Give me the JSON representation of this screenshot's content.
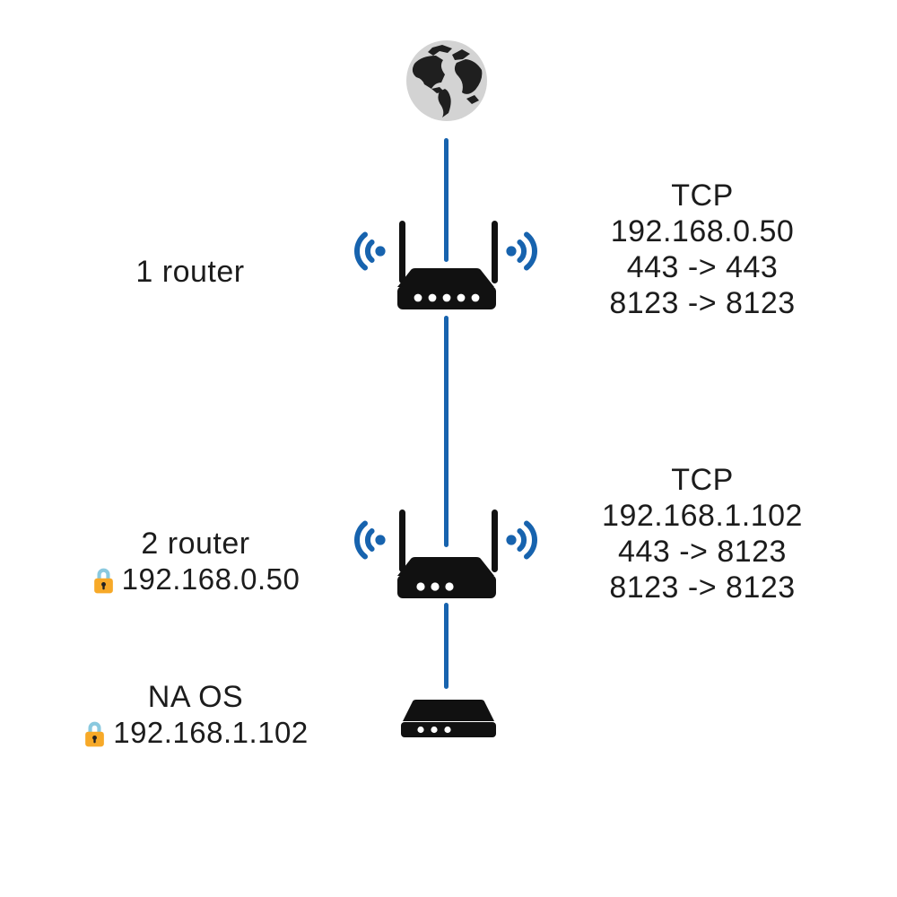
{
  "colors": {
    "line_blue": "#1763AE",
    "device_black": "#111111",
    "text": "#1C1C1C",
    "lock_body": "#F7A928",
    "lock_shackle": "#8AC9DF",
    "globe_sea": "#D3D3D3",
    "globe_land": "#1F1F1F"
  },
  "internet": {
    "icon": "globe-icon"
  },
  "nodes": {
    "router1": {
      "label": "1 router",
      "icon": "wifi-router-icon"
    },
    "router2": {
      "label": "2 router",
      "ip": "192.168.0.50",
      "icon": "wifi-router-icon",
      "lock": "lock-icon"
    },
    "naos": {
      "label": "NA OS",
      "ip": "192.168.1.102",
      "icon": "modem-icon",
      "lock": "lock-icon"
    }
  },
  "annotations": {
    "router1_tcp": {
      "title": "TCP",
      "line1": "192.168.0.50",
      "line2": "443 -> 443",
      "line3": "8123 -> 8123"
    },
    "router2_tcp": {
      "title": "TCP",
      "line1": "192.168.1.102",
      "line2": "443 -> 8123",
      "line3": "8123 -> 8123"
    }
  }
}
